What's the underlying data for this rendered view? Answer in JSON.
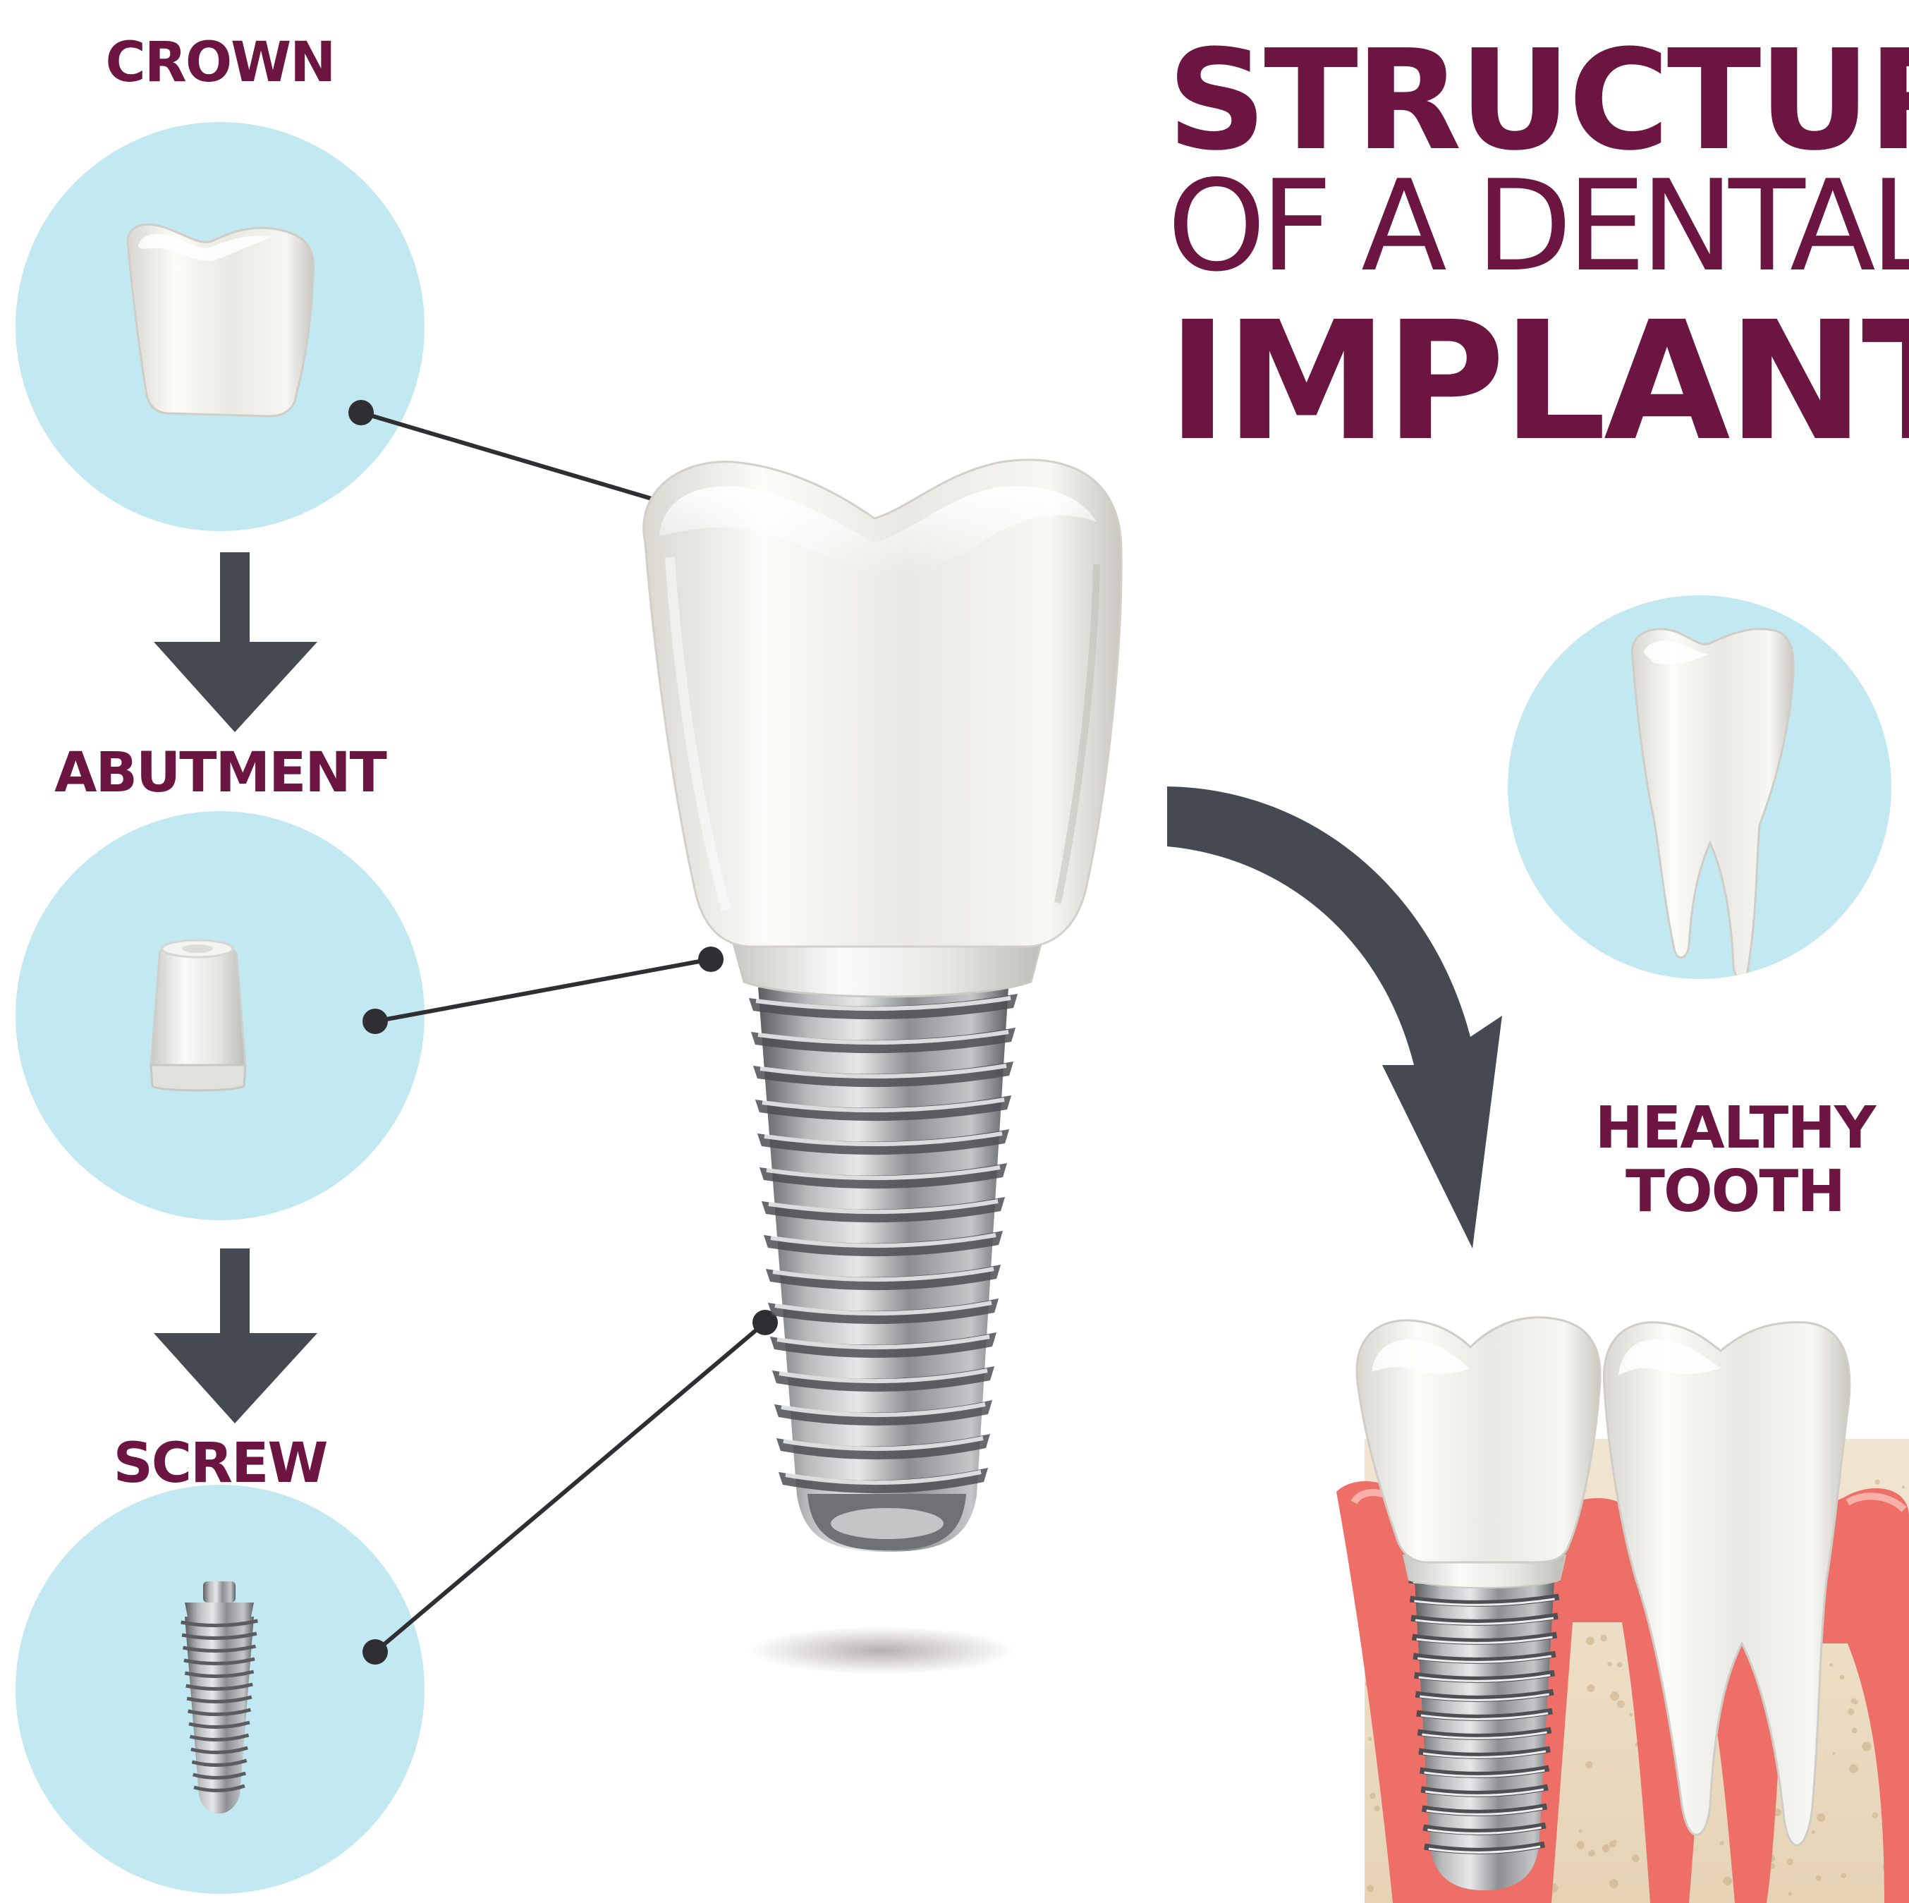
{
  "title": {
    "line1": "STRUCTURE",
    "line2": "OF A DENTAL",
    "line3": "IMPLANT"
  },
  "labels": {
    "crown": "CROWN",
    "abutment": "ABUTMENT",
    "screw": "SCREW",
    "healthy_tooth_line1": "HEALTHY",
    "healthy_tooth_line2": "TOOTH"
  },
  "colors": {
    "title": "#6b1540",
    "label": "#6b1540",
    "circle": "#c2e8f1",
    "arrow": "#454a52",
    "tooth": "#f1f0eb",
    "gum": "#ed6f68",
    "bone": "#ecdcc2"
  },
  "icons": {
    "flow_arrow_1": "down-arrow-icon",
    "flow_arrow_2": "down-arrow-icon",
    "curved_arrow": "curved-arrow-icon"
  }
}
